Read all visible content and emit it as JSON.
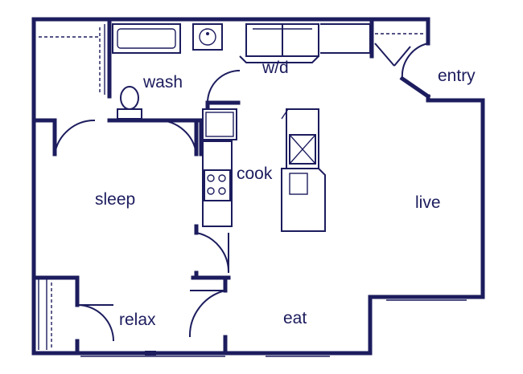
{
  "rooms": {
    "wash": "wash",
    "wd": "w/d",
    "entry": "entry",
    "cook": "cook",
    "sleep": "sleep",
    "live": "live",
    "relax": "relax",
    "eat": "eat"
  }
}
